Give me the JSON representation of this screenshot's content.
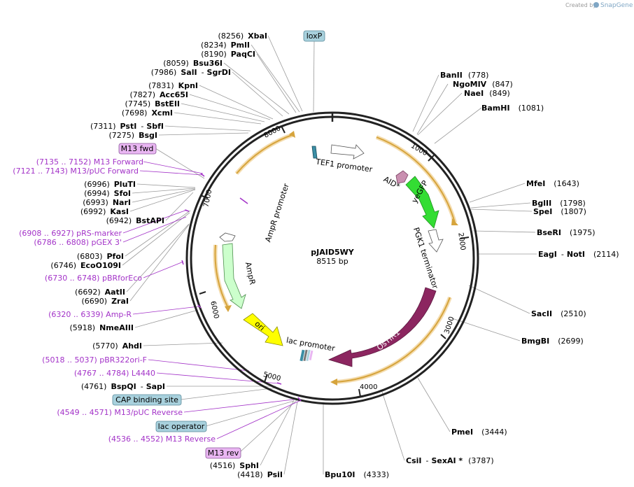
{
  "credit": {
    "prefix": "Created by",
    "brand": "SnapGene"
  },
  "plasmid": {
    "name": "pJAID5WY",
    "length": "8515 bp"
  },
  "ruler": {
    "labels": [
      "1000",
      "2000",
      "3000",
      "4000",
      "5000",
      "6000",
      "7000",
      "8000"
    ]
  },
  "features": {
    "tef1_promoter": "TEF1 promoter",
    "aid_star": "AID*",
    "yegfp": "yeGFP",
    "pgk1_terminator": "PGK1 terminator",
    "ostir1": "OsTIR1",
    "lac_promoter": "lac promoter",
    "ori": "ori",
    "ampr": "AmpR",
    "ampr_promoter": "AmpR promoter"
  },
  "sites_left": [
    {
      "pos": "(8256)",
      "name": "XbaI"
    },
    {
      "pos": "(8234)",
      "name": "PmlI"
    },
    {
      "pos": "(8190)",
      "name": "PaqCI"
    },
    {
      "pos": "(8059)",
      "name": "Bsu36I"
    },
    {
      "pos": "(7986)",
      "name": "SalI",
      "name2": "SgrDI"
    },
    {
      "pos": "(7831)",
      "name": "KpnI"
    },
    {
      "pos": "(7827)",
      "name": "Acc65I"
    },
    {
      "pos": "(7745)",
      "name": "BstEII"
    },
    {
      "pos": "(7698)",
      "name": "XcmI"
    },
    {
      "pos": "(7311)",
      "name": "PstI",
      "name2": "SbfI"
    },
    {
      "pos": "(7275)",
      "name": "BsgI"
    },
    {
      "pos": "(6996)",
      "name": "PluTI"
    },
    {
      "pos": "(6994)",
      "name": "SfoI"
    },
    {
      "pos": "(6993)",
      "name": "NarI"
    },
    {
      "pos": "(6992)",
      "name": "KasI"
    },
    {
      "pos": "(6942)",
      "name": "BstAPI"
    },
    {
      "pos": "(6803)",
      "name": "PfoI"
    },
    {
      "pos": "(6746)",
      "name": "EcoO109I"
    },
    {
      "pos": "(6692)",
      "name": "AatII"
    },
    {
      "pos": "(6690)",
      "name": "ZraI"
    },
    {
      "pos": "(5918)",
      "name": "NmeAIII"
    },
    {
      "pos": "(5770)",
      "name": "AhdI"
    },
    {
      "pos": "(4761)",
      "name": "BspQI",
      "name2": "SapI"
    },
    {
      "pos": "(4516)",
      "name": "SphI"
    },
    {
      "pos": "(4418)",
      "name": "PsiI"
    }
  ],
  "sites_right": [
    {
      "pos": "(778)",
      "name": "BanII"
    },
    {
      "pos": "(847)",
      "name": "NgoMIV"
    },
    {
      "pos": "(849)",
      "name": "NaeI"
    },
    {
      "pos": "(1081)",
      "name": "BamHI"
    },
    {
      "pos": "(1643)",
      "name": "MfeI"
    },
    {
      "pos": "(1798)",
      "name": "BglII"
    },
    {
      "pos": "(1807)",
      "name": "SpeI"
    },
    {
      "pos": "(1975)",
      "name": "BseRI"
    },
    {
      "pos": "(2114)",
      "name": "EagI",
      "name2": "NotI"
    },
    {
      "pos": "(2510)",
      "name": "SacII"
    },
    {
      "pos": "(2699)",
      "name": "BmgBI"
    },
    {
      "pos": "(3444)",
      "name": "PmeI"
    },
    {
      "pos": "(3787)",
      "name": "CsiI",
      "name2": "SexAI *"
    },
    {
      "pos": "(4333)",
      "name": "Bpu10I"
    }
  ],
  "primers": [
    {
      "text": "(7135 .. 7152)  M13 Forward"
    },
    {
      "text": "(7121 .. 7143)  M13/pUC Forward"
    },
    {
      "text": "(6908 .. 6927)  pRS-marker"
    },
    {
      "text": "(6786 .. 6808)  pGEX 3'"
    },
    {
      "text": "(6730 .. 6748)  pBRforEco"
    },
    {
      "text": "(6320 .. 6339)  Amp-R"
    },
    {
      "text": "(5018 .. 5037)  pBR322ori-F"
    },
    {
      "text": "(4767 .. 4784)  L4440"
    },
    {
      "text": "(4549 .. 4571)  M13/pUC Reverse"
    },
    {
      "text": "(4536 .. 4552)  M13 Reverse"
    }
  ],
  "boxes": {
    "loxp": "loxP",
    "m13_fwd": "M13 fwd",
    "cap_binding": "CAP binding site",
    "lac_operator": "lac operator",
    "m13_rev": "M13 rev"
  },
  "colors": {
    "primer": "#a333c8",
    "box_blue": "#a8d1dd",
    "box_purple": "#e9b6f2",
    "orf_orange": "#d6a43c",
    "gfp": "#33cc33",
    "ostir1": "#8c2660",
    "ori": "#ffff00",
    "ampr": "#ccffcc"
  }
}
